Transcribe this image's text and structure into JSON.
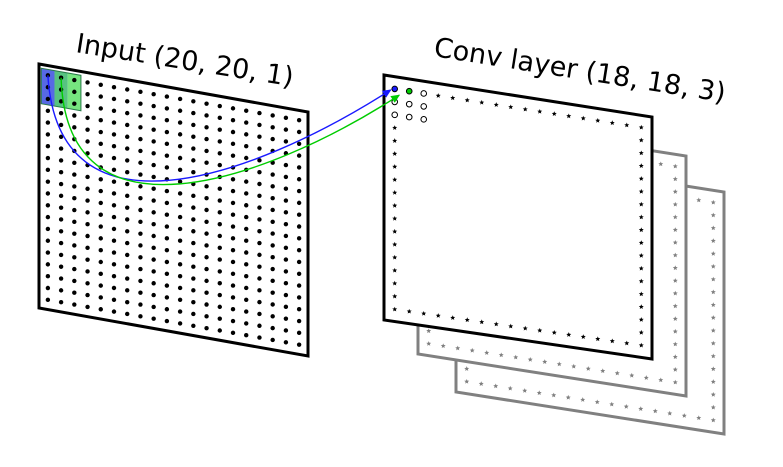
{
  "input_layer": {
    "title": "Input (20, 20, 1)",
    "grid_rows": 20,
    "grid_cols": 20,
    "border_color": "#000000",
    "dot_color": "#000000",
    "highlight_colors": [
      "#3a4fe0",
      "#3ab86a",
      "#5ee06a"
    ]
  },
  "conv_layer": {
    "title": "Conv layer (18, 18, 3)",
    "grid_size": 18,
    "feature_maps": 3,
    "front_border_color": "#000000",
    "back_border_color": "#808080",
    "marker_colors": {
      "blue": "#1a1aff",
      "green": "#00cc00"
    }
  },
  "connections": [
    {
      "name": "blue-connection",
      "color": "#1a1aff"
    },
    {
      "name": "green-connection",
      "color": "#00cc00"
    }
  ]
}
